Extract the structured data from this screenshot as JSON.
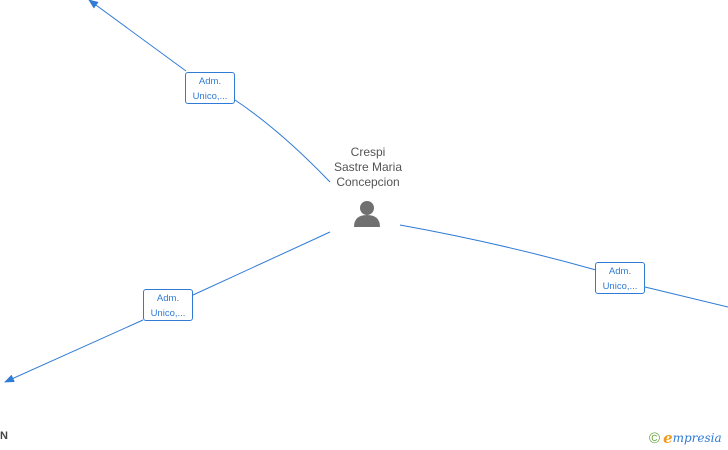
{
  "person": {
    "name_lines": [
      "Crespi",
      "Sastre Maria",
      "Concepcion"
    ]
  },
  "relations": [
    {
      "label_line1": "Adm.",
      "label_line2": "Unico,..."
    },
    {
      "label_line1": "Adm.",
      "label_line2": "Unico,..."
    },
    {
      "label_line1": "Adm.",
      "label_line2": "Unico,..."
    }
  ],
  "cut_off_company_label": "N",
  "brand": {
    "copyright_symbol": "©",
    "logo_first_letter": "e",
    "logo_rest": "mpresia"
  },
  "colors": {
    "edge": "#2f7bd6",
    "person_icon": "#707070",
    "person_text": "#555555",
    "brand_green": "#6aa33c",
    "brand_orange": "#f39a1c",
    "brand_blue": "#2f7bd6"
  },
  "icons": [
    "person-icon",
    "arrowhead-icon",
    "copyright-icon"
  ]
}
